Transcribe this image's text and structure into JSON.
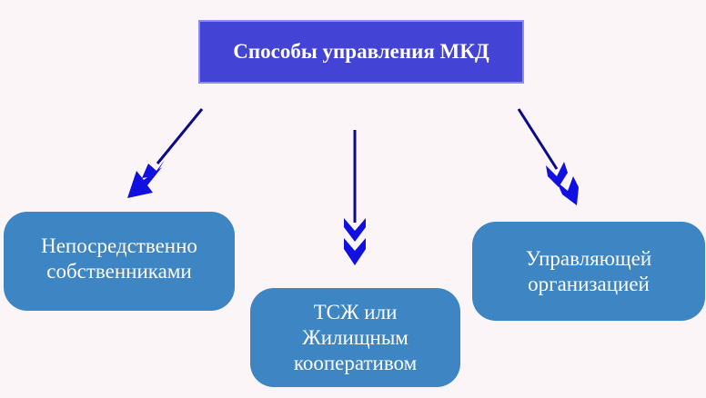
{
  "title": "Способы управления МКД",
  "boxes": [
    {
      "lines": [
        "Непосредственно",
        "собственниками"
      ]
    },
    {
      "lines": [
        "ТСЖ или",
        "Жилищным",
        "кооперативом"
      ]
    },
    {
      "lines": [
        "Управляющей",
        "организацией"
      ]
    }
  ],
  "colors": {
    "background": "#fbf5f8",
    "title_box": "#4343d6",
    "box": "#3e85c4",
    "arrow_line": "#0a0a8a",
    "arrow_head": "#1010e0"
  }
}
